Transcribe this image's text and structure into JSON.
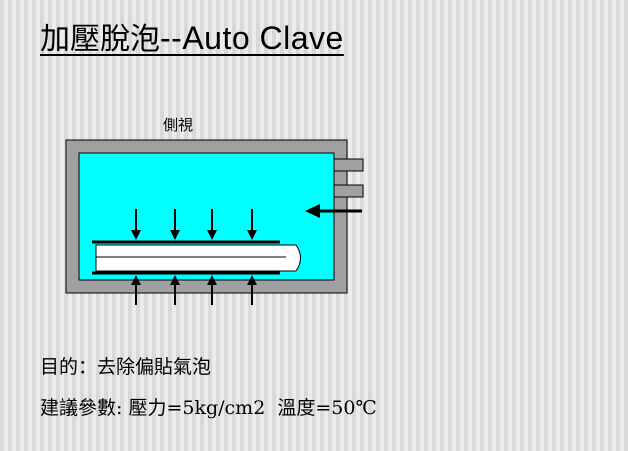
{
  "title": {
    "chinese": "加壓脫泡",
    "english": "--Auto Clave"
  },
  "diagram": {
    "view_label": "側視",
    "colors": {
      "chamber_wall": "#a0a0a0",
      "chamber_interior": "#00ffff",
      "panel": "#ffffff",
      "arrow": "#000000"
    }
  },
  "notes": {
    "purpose": "目的：去除偏貼氣泡",
    "params_label": "建議參數:",
    "pressure": "壓力=5kg/cm2",
    "temperature": "溫度=50℃"
  }
}
